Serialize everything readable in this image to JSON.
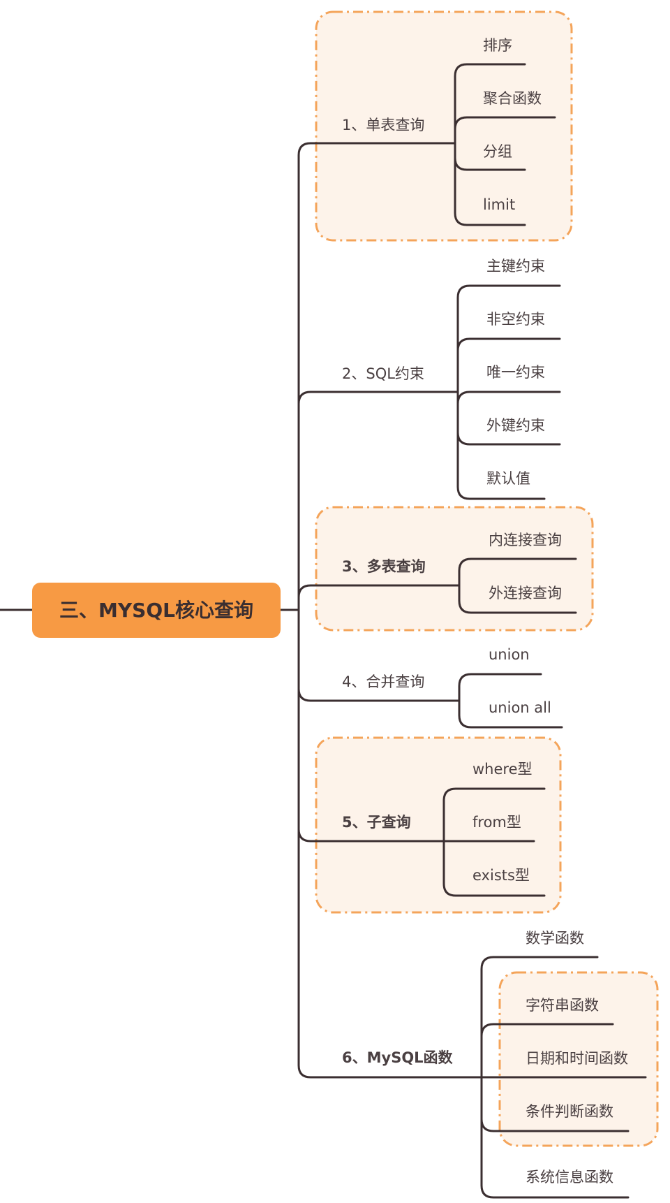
{
  "root": {
    "label": "三、MYSQL核心查询",
    "color": "#f79a44"
  },
  "branches": [
    {
      "label": "1、单表查询",
      "bold": false,
      "highlight": true,
      "children": [
        "排序",
        "聚合函数",
        "分组",
        "limit"
      ]
    },
    {
      "label": "2、SQL约束",
      "bold": false,
      "highlight": false,
      "children": [
        "主键约束",
        "非空约束",
        "唯一约束",
        "外键约束",
        "默认值"
      ]
    },
    {
      "label": "3、多表查询",
      "bold": true,
      "highlight": true,
      "children": [
        "内连接查询",
        "外连接查询"
      ]
    },
    {
      "label": "4、合并查询",
      "bold": false,
      "highlight": false,
      "children": [
        "union",
        "union all"
      ]
    },
    {
      "label": "5、子查询",
      "bold": true,
      "highlight": true,
      "children": [
        "where型",
        "from型",
        "exists型"
      ]
    },
    {
      "label": "6、MySQL函数",
      "bold": true,
      "highlight": false,
      "children": [
        "数学函数",
        "字符串函数",
        "日期和时间函数",
        "条件判断函数",
        "系统信息函数"
      ],
      "highlighted_children": [
        "字符串函数",
        "日期和时间函数",
        "条件判断函数"
      ]
    }
  ],
  "colors": {
    "edge": "#3b2f31",
    "highlight_fill": "#fdf3ea",
    "highlight_border": "#f4a45a",
    "text": "#4a4042"
  }
}
